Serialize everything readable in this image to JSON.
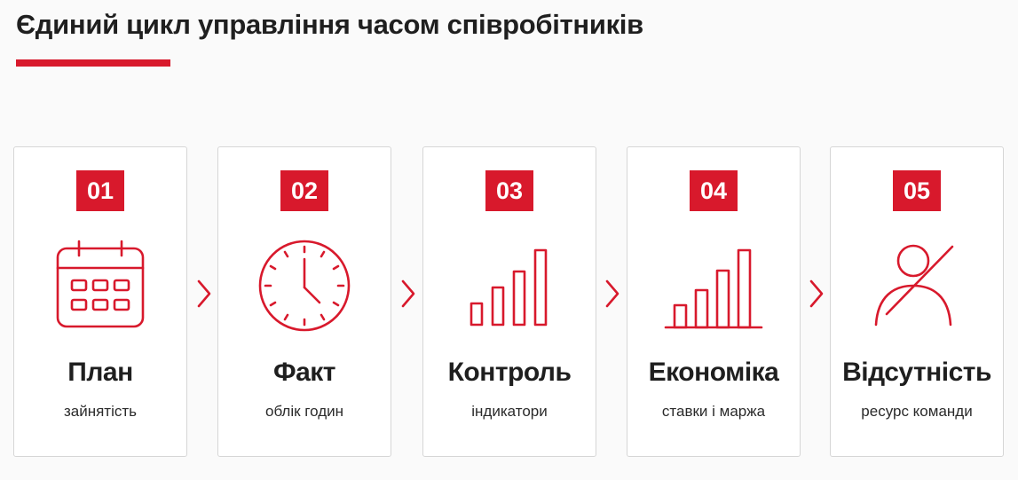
{
  "header": {
    "title": "Єдиний цикл управління часом співробітників"
  },
  "colors": {
    "accent": "#d8192c",
    "text": "#1f1f1f",
    "card_border": "#d6d6d6",
    "background": "#fafafa"
  },
  "steps": [
    {
      "number": "01",
      "title": "План",
      "subtitle": "зайнятість",
      "icon": "calendar-icon"
    },
    {
      "number": "02",
      "title": "Факт",
      "subtitle": "облік годин",
      "icon": "clock-icon"
    },
    {
      "number": "03",
      "title": "Контроль",
      "subtitle": "індикатори",
      "icon": "signal-bars-icon"
    },
    {
      "number": "04",
      "title": "Економіка",
      "subtitle": "ставки і маржа",
      "icon": "bar-chart-icon"
    },
    {
      "number": "05",
      "title": "Відсутність",
      "subtitle": "ресурс команди",
      "icon": "user-crossed-icon"
    }
  ],
  "connectors": [
    "chevron-right-icon",
    "chevron-right-icon",
    "chevron-right-icon",
    "chevron-right-icon"
  ]
}
